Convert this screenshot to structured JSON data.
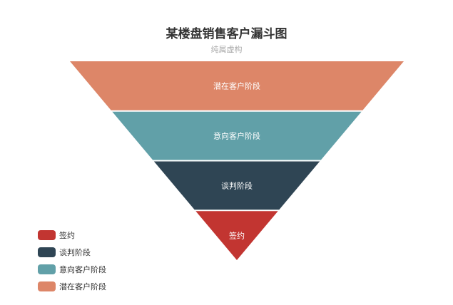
{
  "chart_data": {
    "type": "funnel",
    "title": "某楼盘销售客户漏斗图",
    "subtitle": "纯属虚构",
    "sort": "descending",
    "categories": [
      "潜在客户阶段",
      "意向客户阶段",
      "谈判阶段",
      "签约"
    ],
    "values": [
      100,
      75,
      50,
      25
    ],
    "colors": [
      "#dd8668",
      "#61a0a8",
      "#2f4554",
      "#c23531"
    ],
    "legend": {
      "placement": "bottom-left",
      "items": [
        "签约",
        "谈判阶段",
        "意向客户阶段",
        "潜在客户阶段"
      ]
    }
  },
  "legend_colors": {
    "签约": "#c23531",
    "谈判阶段": "#2f4554",
    "意向客户阶段": "#61a0a8",
    "潜在客户阶段": "#dd8668"
  }
}
